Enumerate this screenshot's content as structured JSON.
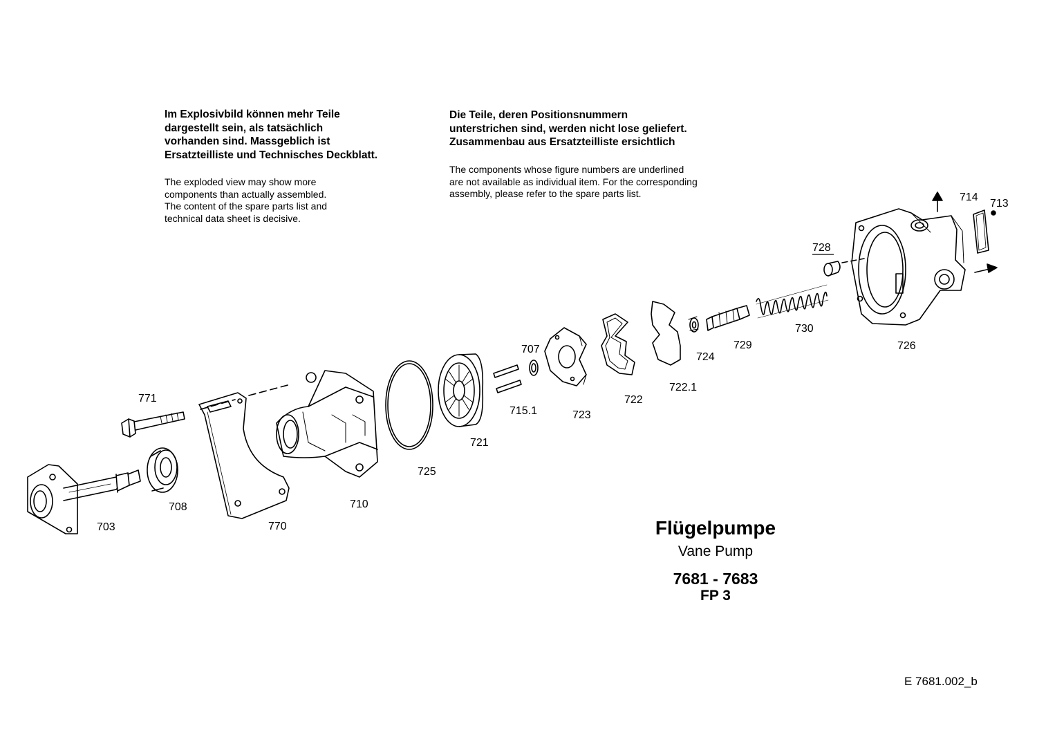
{
  "notes": {
    "de_left": [
      "Im Explosivbild können mehr Teile",
      "dargestellt sein, als tatsächlich",
      "vorhanden sind. Massgeblich ist",
      "Ersatzteilliste und Technisches Deckblatt."
    ],
    "en_left": [
      "The exploded view may show more",
      "components than actually assembled.",
      "The content of the spare parts list and",
      "technical data sheet is decisive."
    ],
    "de_right": [
      "Die Teile, deren Positionsnummern",
      "unterstrichen sind, werden nicht lose geliefert.",
      "Zusammenbau aus Ersatzteilliste ersichtlich"
    ],
    "en_right": [
      "The components whose figure numbers are underlined",
      "are not available as individual item. For the corresponding",
      "assembly, please refer to the spare parts list."
    ]
  },
  "parts": {
    "p703": "703",
    "p708": "708",
    "p771": "771",
    "p770": "770",
    "p710": "710",
    "p725": "725",
    "p721": "721",
    "p707": "707",
    "p715_1": "715.1",
    "p723": "723",
    "p722": "722",
    "p722_1": "722.1",
    "p724": "724",
    "p729": "729",
    "p730": "730",
    "p728": "728",
    "p726": "726",
    "p714": "714",
    "p713": "713"
  },
  "title": {
    "de": "Flügelpumpe",
    "en": "Vane Pump",
    "numbers": "7681 - 7683",
    "model": "FP 3"
  },
  "doc_id": "E  7681.002_b"
}
